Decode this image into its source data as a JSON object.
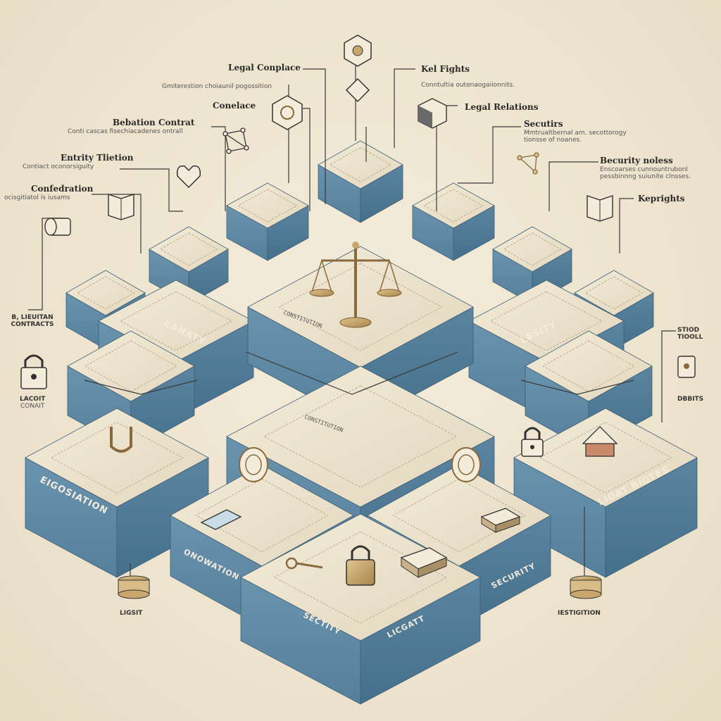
{
  "colors": {
    "block_top": "#ede4cf",
    "block_side_left": "#5f8aa6",
    "block_side_right": "#4d7893",
    "accent_gold": "#b8955a",
    "line": "#3a3a3a"
  },
  "callouts": {
    "legal_complace": {
      "title": "Legal Conplace",
      "sub": "Gmiterestion choiaunil pogossition"
    },
    "compleace": {
      "title": "Conelace",
      "sub": ""
    },
    "behaviour_contract": {
      "title": "Bebation Contrat",
      "sub": "Conti cascas fisechiacadenes ontrall"
    },
    "entity_relation": {
      "title": "Entrity Tlietion",
      "sub": "Contiact oconorsiguity"
    },
    "confederation": {
      "title": "Confedration",
      "sub": "ocisgitiatol is iusams"
    },
    "left_contracts": {
      "title": "B, LIEUITAN CONTRACTS",
      "sub": ""
    },
    "left_lock": {
      "title": "LACOIT",
      "sub": "CONAIT"
    },
    "key_rights_top": {
      "title": "Kel Fights",
      "sub": "Conntultia outenaogaiionnits."
    },
    "legal_relations": {
      "title": "Legal Relations",
      "sub": ""
    },
    "securities": {
      "title": "Secutirs",
      "sub": "Mmtrualtbernal am. secottorogy tionsse of noanes."
    },
    "security_notes": {
      "title": "Becurity noless",
      "sub": "Enscoarses cunnountrubonl pessbinnng suiunite clnsses."
    },
    "key_rights_right": {
      "title": "Keprights",
      "sub": ""
    },
    "right_contracts": {
      "title": "STIOD TIOOLL",
      "sub": ""
    },
    "right_debits": {
      "title": "DBBITS",
      "sub": ""
    },
    "bottom_left": {
      "title": "LIGSIT",
      "sub": ""
    },
    "bottom_right": {
      "title": "IESTIGITION",
      "sub": ""
    }
  },
  "block_faces": {
    "left_top": "CANATY",
    "right_top": "LESITY",
    "left_bottom": "EIGOSIATION",
    "right_bottom": "LIGAT RIGTES",
    "front_left": "ONOWATION",
    "front_mid": "SECTITY",
    "front_right": "SECURITY",
    "front_center": "LICGATT",
    "center_top_plaque": "CONSTITUTION",
    "center_low_plaque": "CONSTITUTION"
  },
  "icons": [
    "scales-of-justice-icon",
    "padlock-icon",
    "key-icon",
    "document-icon",
    "network-icon",
    "shield-icon",
    "coin-stack-icon",
    "book-icon",
    "house-icon"
  ]
}
